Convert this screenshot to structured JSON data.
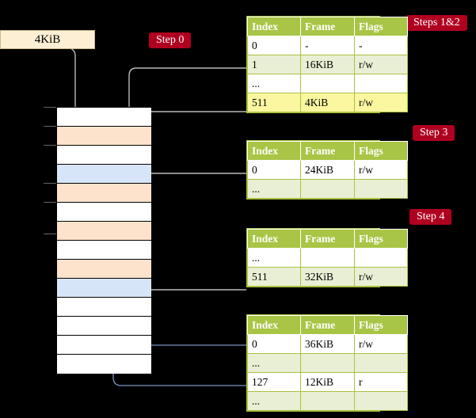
{
  "diagram": {
    "title_box": {
      "label": "4KiB"
    },
    "steps": [
      {
        "name": "step-0",
        "label": "Step 0"
      },
      {
        "name": "step-1-2",
        "label": "Steps 1&2"
      },
      {
        "name": "step-3",
        "label": "Step 3"
      },
      {
        "name": "step-4",
        "label": "Step 4"
      }
    ],
    "memory_column": {
      "name": "physical-memory-column",
      "cells": [
        {
          "fill": "white"
        },
        {
          "fill": "peach"
        },
        {
          "fill": "white"
        },
        {
          "fill": "blue"
        },
        {
          "fill": "peach"
        },
        {
          "fill": "white"
        },
        {
          "fill": "peach"
        },
        {
          "fill": "white"
        },
        {
          "fill": "peach"
        },
        {
          "fill": "blue"
        },
        {
          "fill": "white"
        },
        {
          "fill": "white"
        },
        {
          "fill": "white"
        },
        {
          "fill": "white"
        }
      ]
    },
    "tables": [
      {
        "name": "page-table-level-4",
        "headers": [
          "Index",
          "Frame",
          "Flags"
        ],
        "rows": [
          {
            "cells": [
              "0",
              "-",
              "-"
            ],
            "highlight": [
              false,
              false,
              false
            ]
          },
          {
            "cells": [
              "1",
              "16KiB",
              "r/w"
            ],
            "highlight": [
              false,
              false,
              false
            ]
          },
          {
            "cells": [
              "...",
              "",
              ""
            ],
            "highlight": [
              false,
              false,
              false
            ]
          },
          {
            "cells": [
              "511",
              "4KiB",
              "r/w"
            ],
            "highlight": [
              true,
              true,
              true
            ]
          }
        ]
      },
      {
        "name": "page-table-level-3",
        "headers": [
          "Index",
          "Frame",
          "Flags"
        ],
        "rows": [
          {
            "cells": [
              "0",
              "24KiB",
              "r/w"
            ],
            "highlight": [
              false,
              false,
              false
            ]
          },
          {
            "cells": [
              "...",
              "",
              ""
            ],
            "highlight": [
              false,
              false,
              false
            ]
          }
        ]
      },
      {
        "name": "page-table-level-2",
        "headers": [
          "Index",
          "Frame",
          "Flags"
        ],
        "rows": [
          {
            "cells": [
              "...",
              "",
              ""
            ],
            "highlight": [
              false,
              false,
              false
            ]
          },
          {
            "cells": [
              "511",
              "32KiB",
              "r/w"
            ],
            "highlight": [
              false,
              false,
              false
            ]
          }
        ]
      },
      {
        "name": "page-table-level-1",
        "headers": [
          "Index",
          "Frame",
          "Flags"
        ],
        "rows": [
          {
            "cells": [
              "0",
              "36KiB",
              "r/w"
            ],
            "highlight": [
              false,
              false,
              false
            ]
          },
          {
            "cells": [
              "...",
              "",
              ""
            ],
            "highlight": [
              false,
              false,
              false
            ]
          },
          {
            "cells": [
              "127",
              "12KiB",
              "r"
            ],
            "highlight": [
              false,
              false,
              false
            ]
          },
          {
            "cells": [
              "...",
              "",
              ""
            ],
            "highlight": [
              false,
              false,
              false
            ]
          }
        ]
      }
    ],
    "colors": {
      "background": "#000000",
      "header_green": "#A8C545",
      "row_even": "#E9EFD4",
      "highlight_yellow": "#FAF7A0",
      "pill_red": "#B00020",
      "box_cream": "#FCEFD4",
      "cell_peach": "#FDE3CC",
      "cell_blue": "#D6E5F7",
      "wire_gray": "#BBBBBB",
      "wire_blue": "#7A94C4"
    }
  }
}
